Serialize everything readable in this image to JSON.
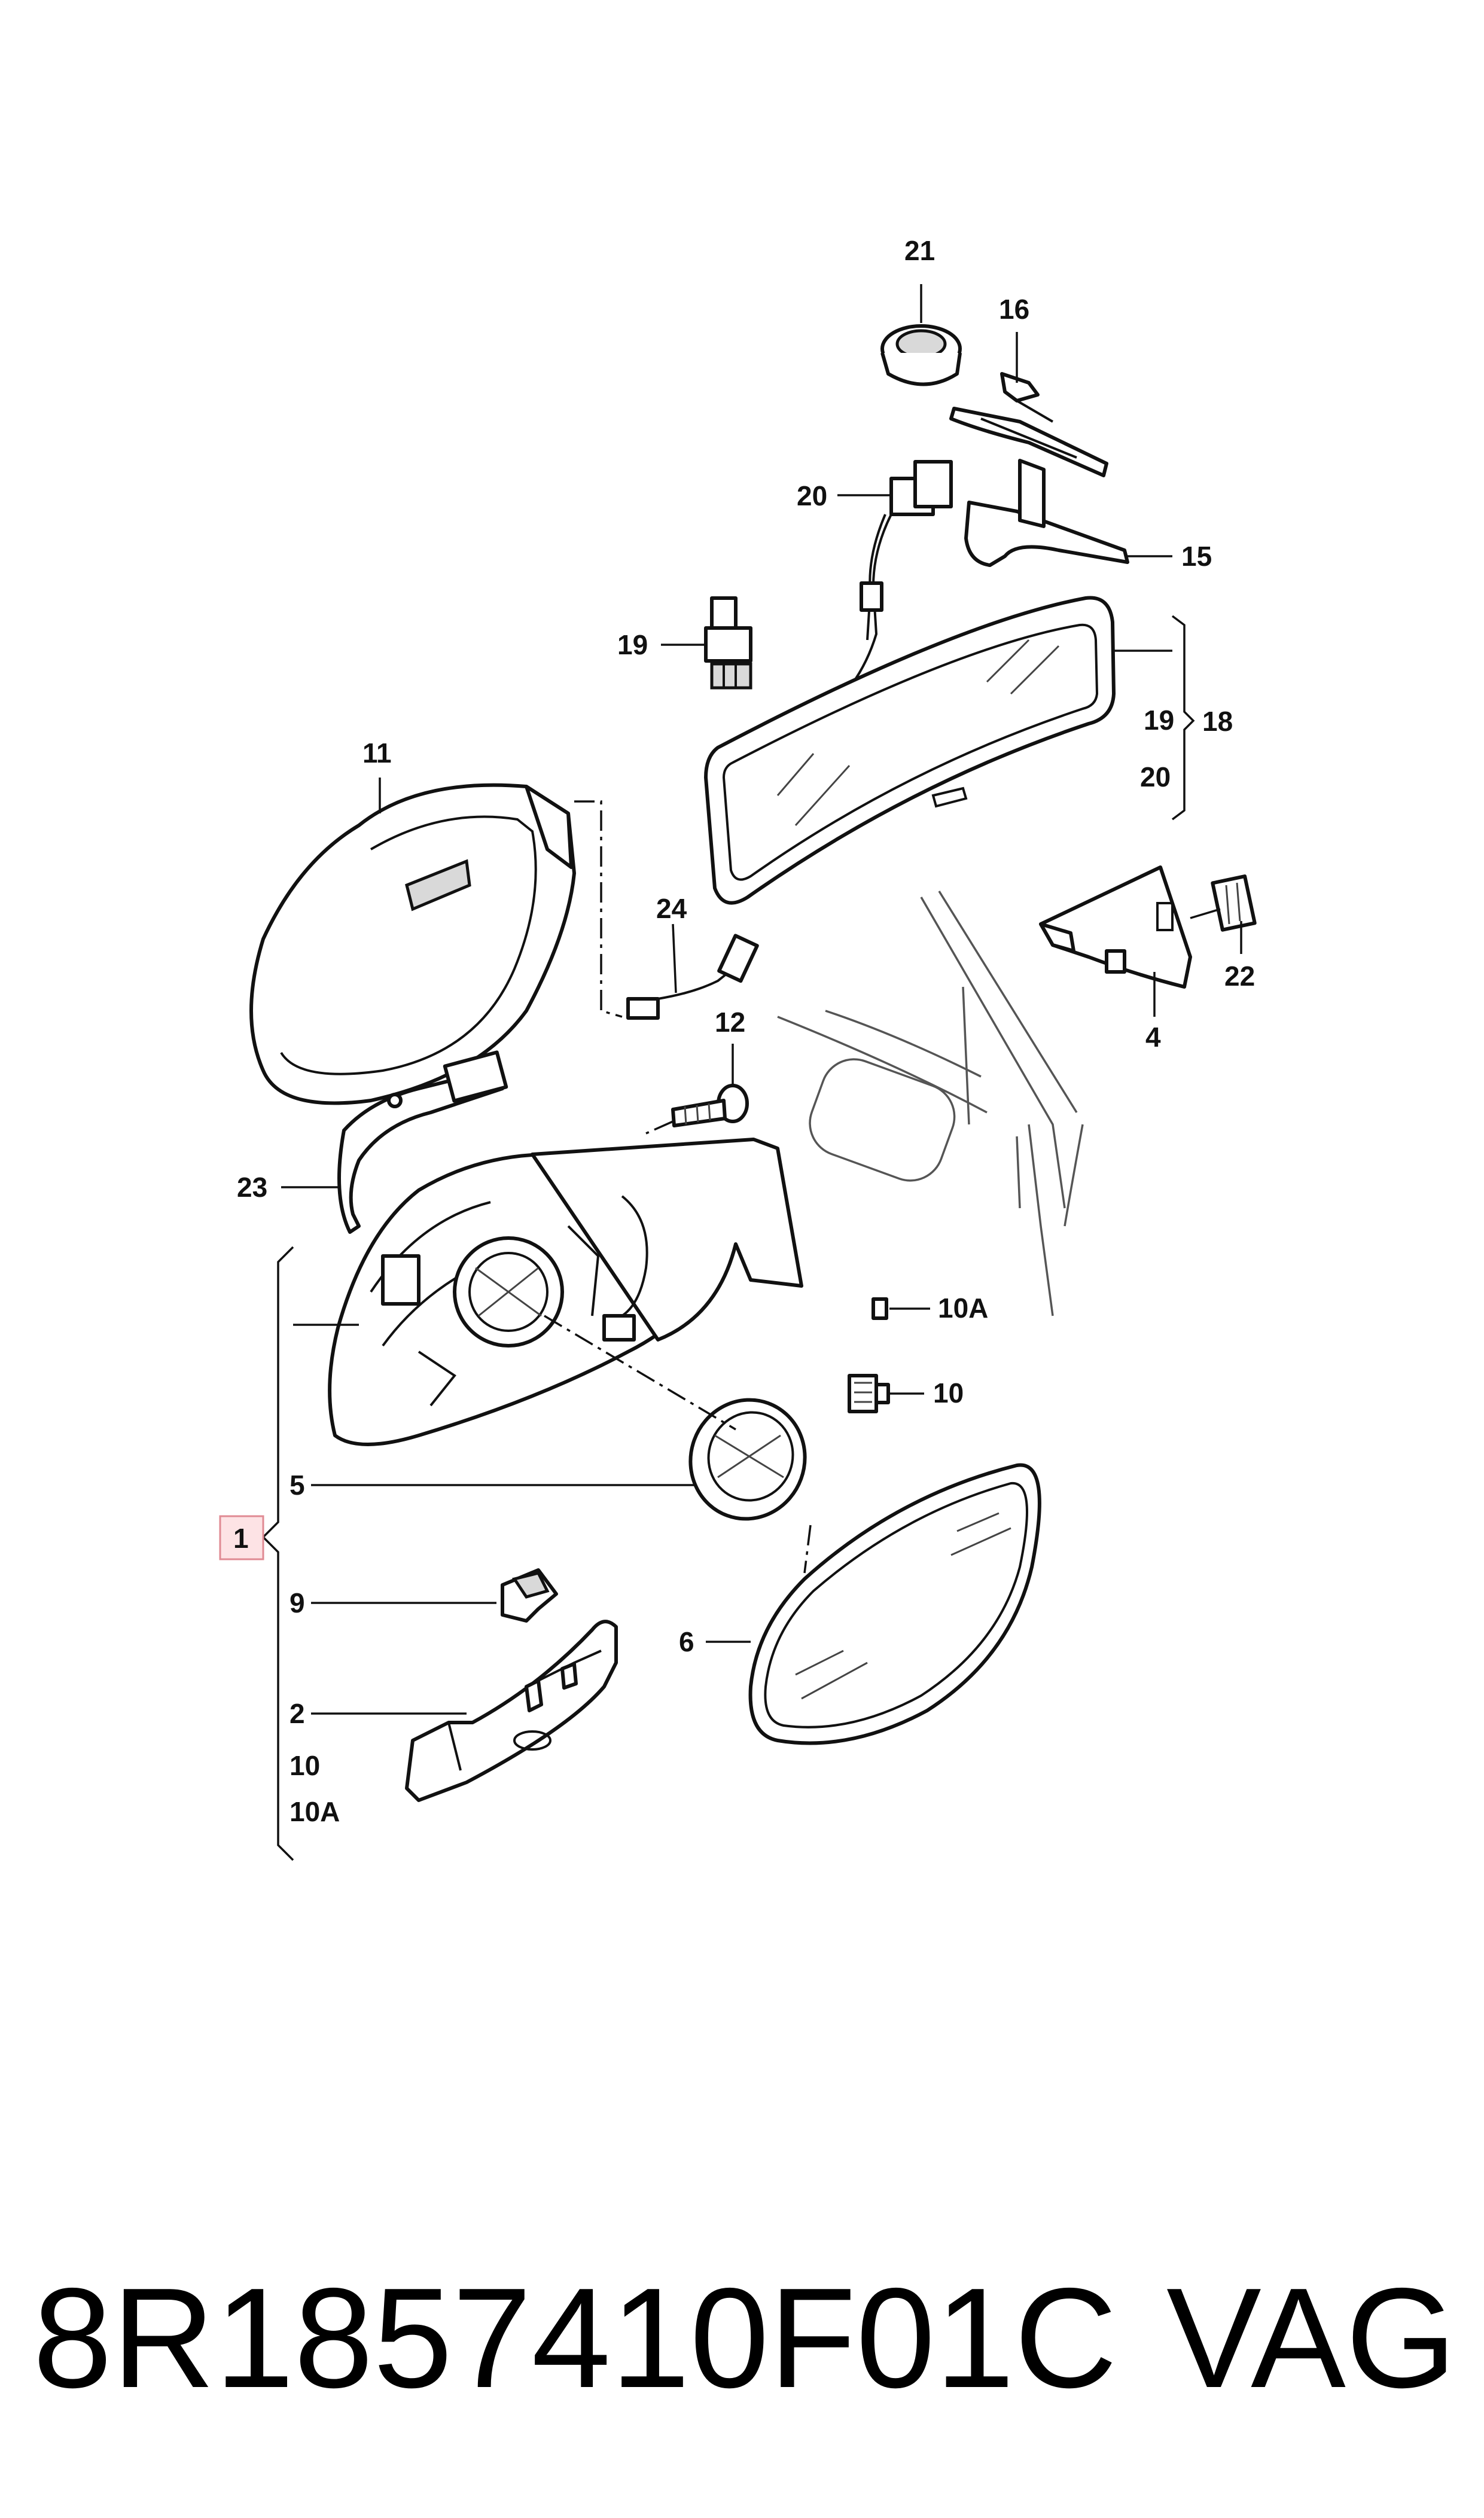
{
  "callouts": {
    "c21": "21",
    "c16": "16",
    "c20a": "20",
    "c15": "15",
    "c19a": "19",
    "c18": "18",
    "c19b": "19",
    "c20b": "20",
    "c11": "11",
    "c24": "24",
    "c12": "12",
    "c4": "4",
    "c22": "22",
    "c23": "23",
    "c10a": "10A",
    "c10": "10",
    "c5": "5",
    "c1": "1",
    "c9": "9",
    "c6": "6",
    "c2": "2",
    "c10b": "10",
    "c10ab": "10A"
  },
  "footer": {
    "part_number": "8R1857410F01C",
    "brand": "VAG"
  },
  "colors": {
    "line": "#111111",
    "highlight_box_fill": "#fde3e5",
    "highlight_box_stroke": "#e08a93"
  }
}
